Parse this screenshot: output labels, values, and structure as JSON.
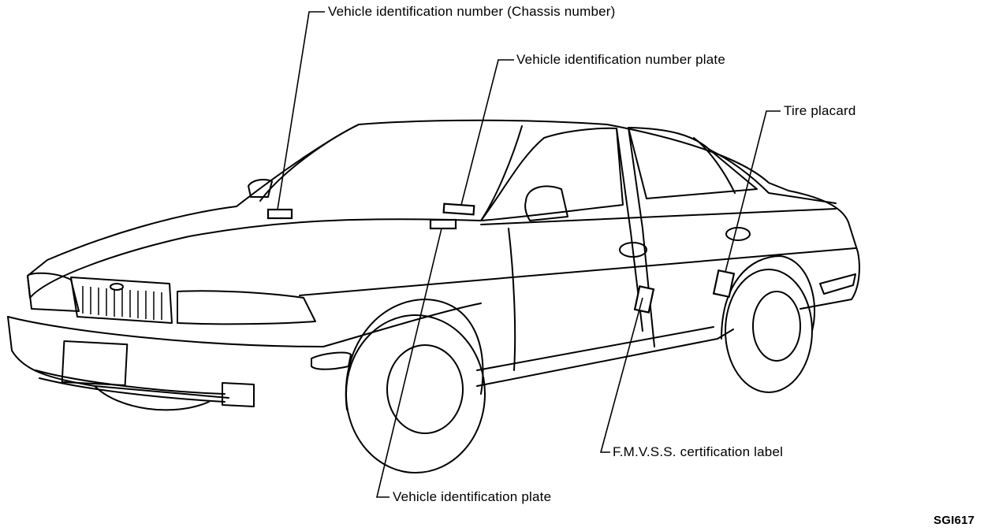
{
  "labels": {
    "vin_chassis": "Vehicle identification number (Chassis number)",
    "vin_plate": "Vehicle identification number plate",
    "tire_placard": "Tire placard",
    "fmvss_label": "F.M.V.S.S. certification label",
    "vehicle_id_plate": "Vehicle identification plate"
  },
  "figure_code": "SGI617",
  "colors": {
    "line": "#000000",
    "background": "#ffffff"
  }
}
